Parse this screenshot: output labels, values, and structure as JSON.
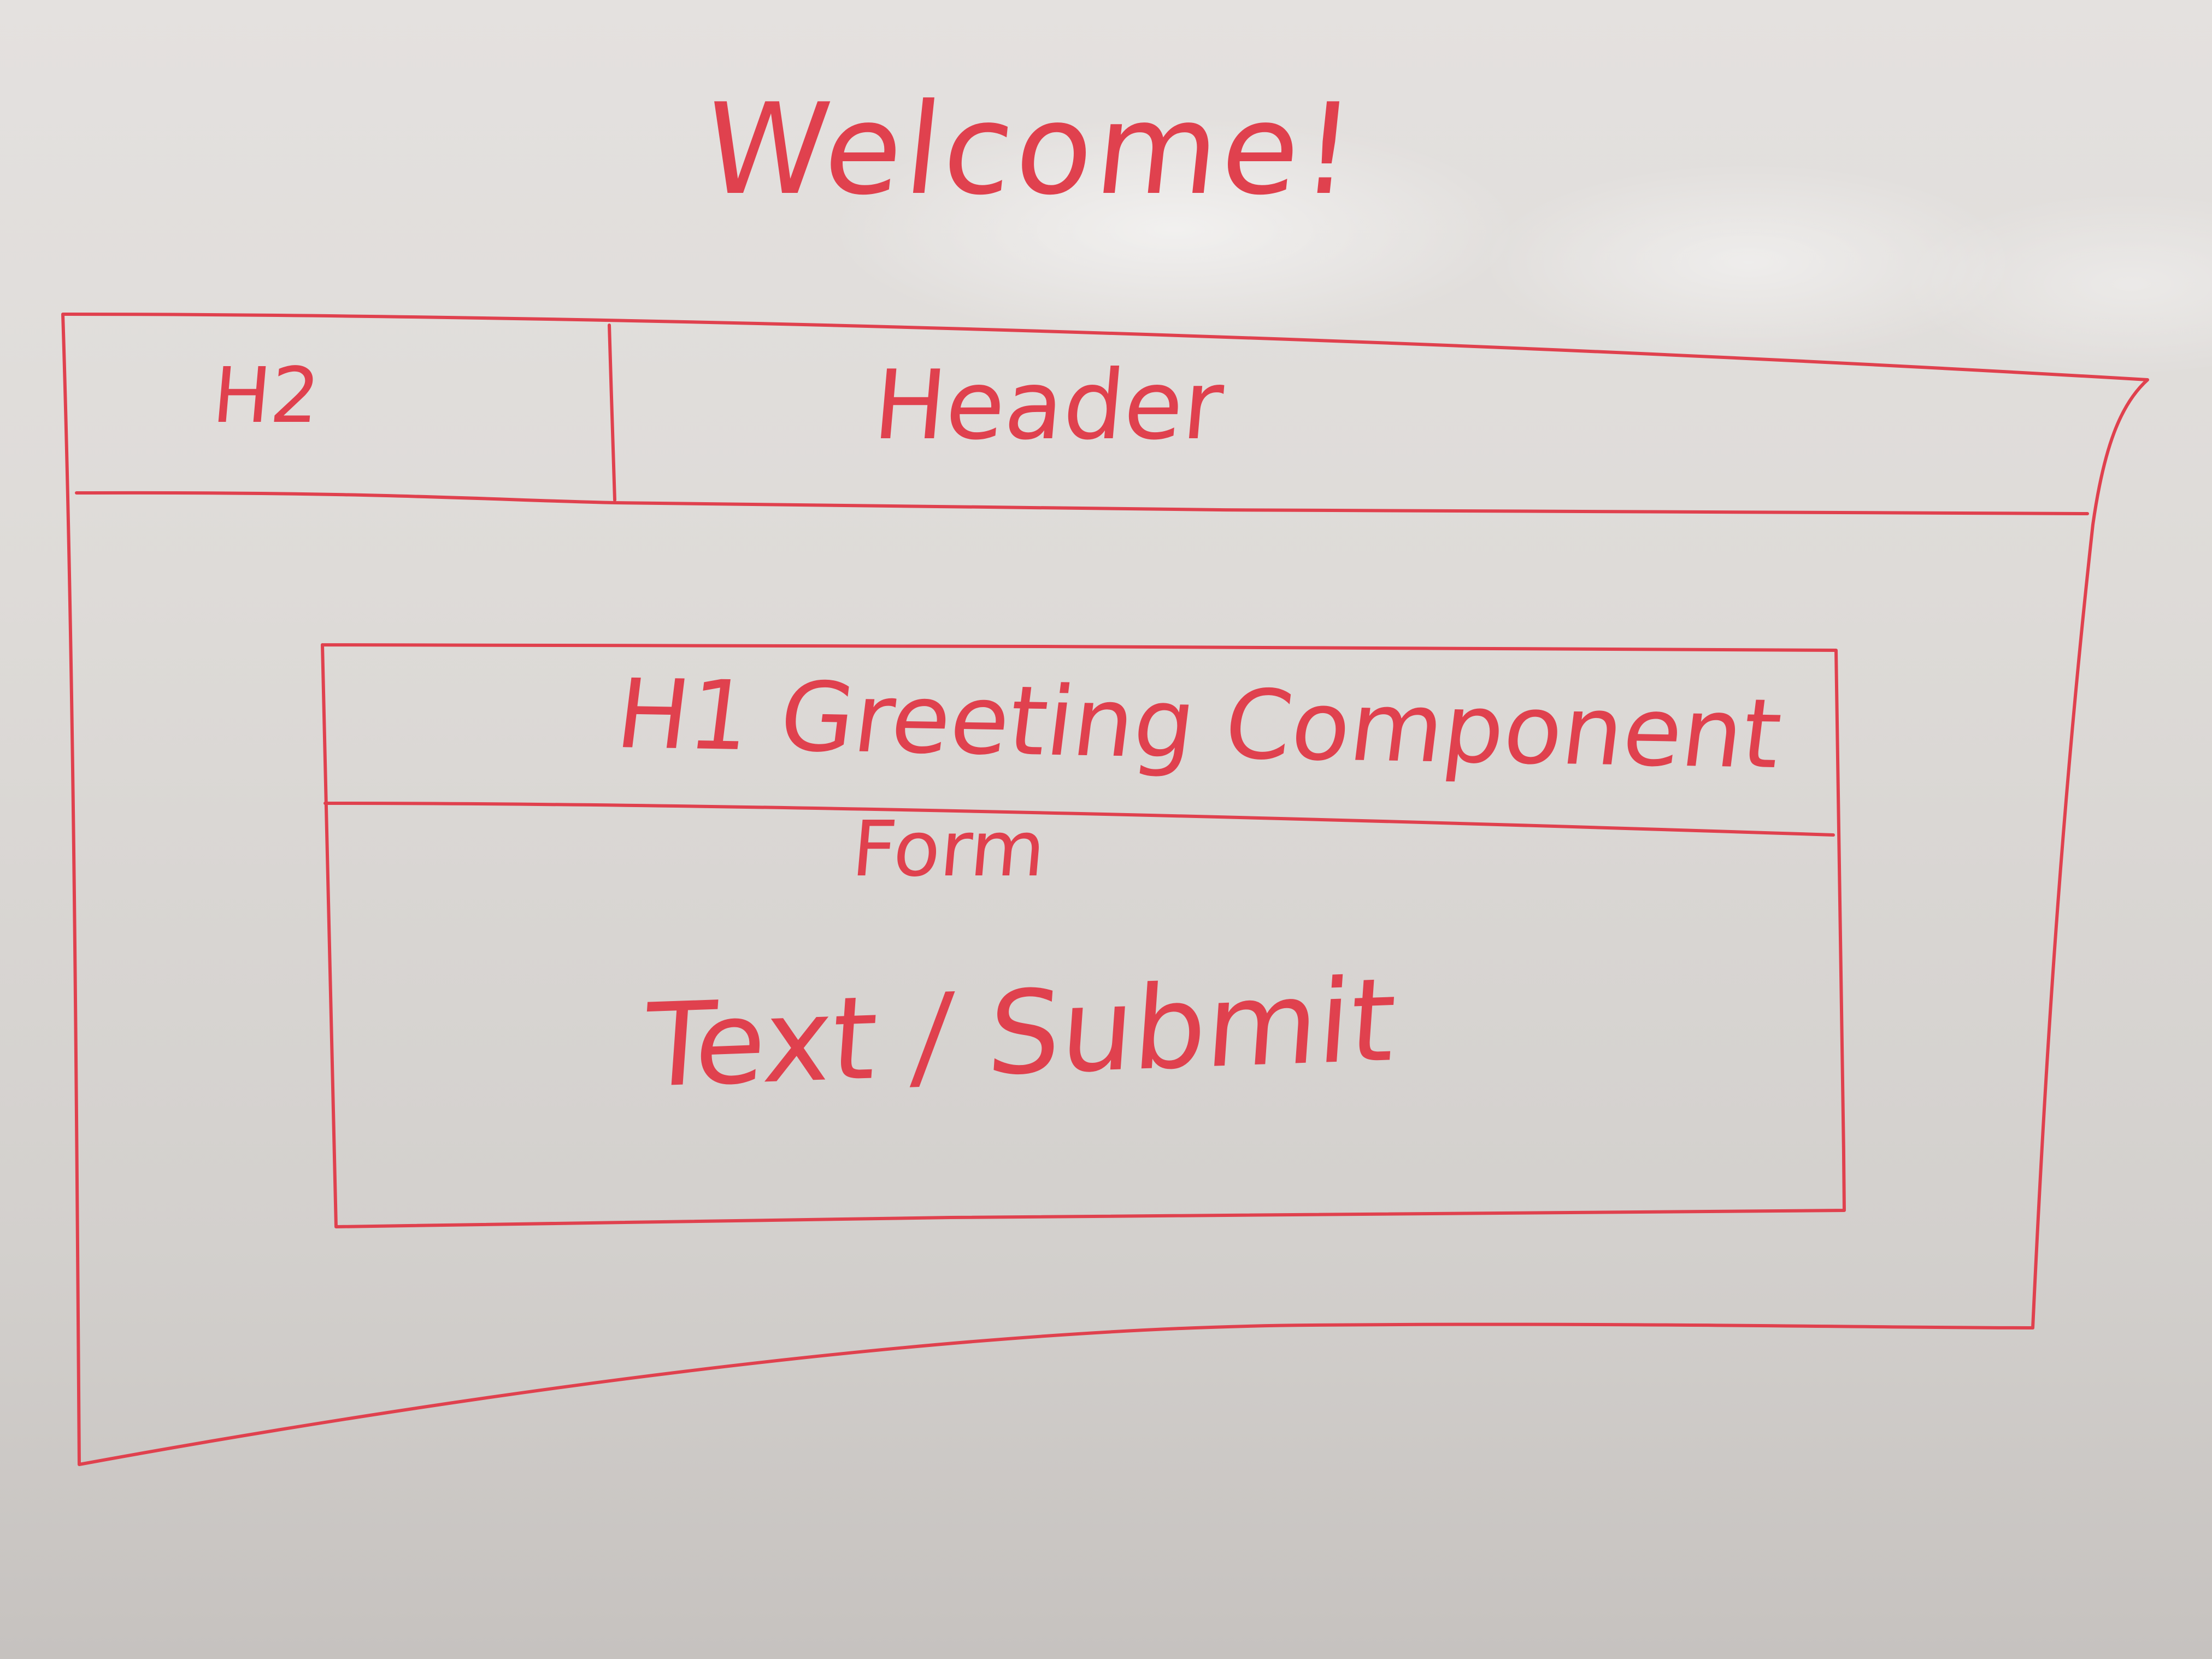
{
  "board": {
    "title": "Welcome!",
    "header_bar": {
      "left_cell": "H2",
      "right_cell": "Header"
    },
    "greeting_component": {
      "heading": "H1 Greeting Component",
      "form_label": "Form",
      "form_body": "Text / Submit"
    }
  },
  "colors": {
    "marker_ink": "#e0414e",
    "board_surface": "#dedbd8"
  }
}
